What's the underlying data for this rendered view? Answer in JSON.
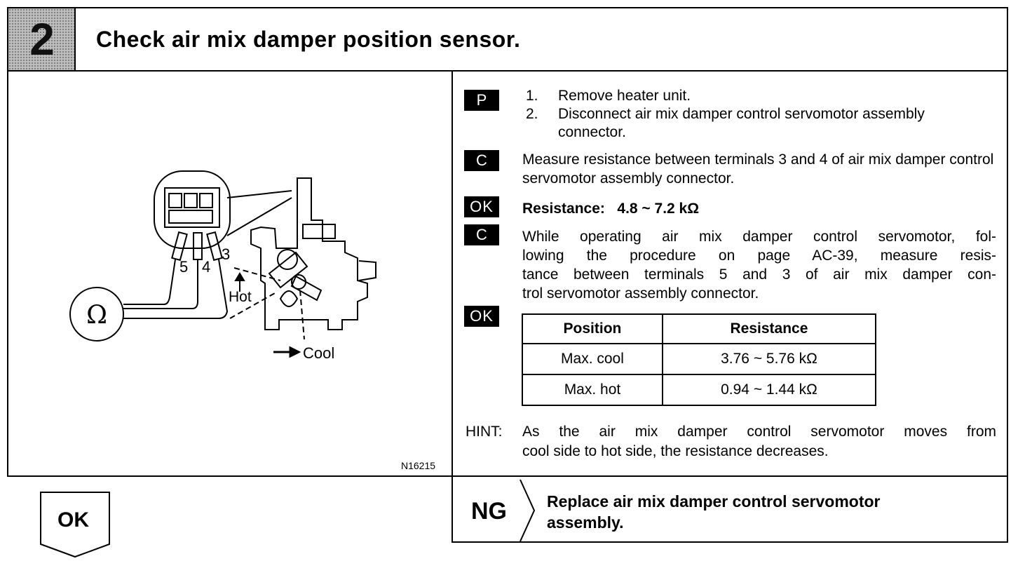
{
  "step": {
    "number": "2",
    "title": "Check air mix damper position sensor."
  },
  "figure": {
    "code": "N16215",
    "terminals": [
      "5",
      "4",
      "3"
    ],
    "ohm_symbol": "Ω",
    "hot_label": "Hot",
    "cool_label": "Cool"
  },
  "steps": {
    "prep_tag": "P",
    "prep_items": [
      {
        "num": "1.",
        "text": "Remove heater unit."
      },
      {
        "num": "2.",
        "text": "Disconnect air mix damper control servomotor assembly connector."
      }
    ],
    "check1_tag": "C",
    "check1_text": "Measure resistance between terminals 3 and 4 of air mix damper control servomotor assembly connector.",
    "ok1_tag": "OK",
    "ok1_label": "Resistance:",
    "ok1_value": "4.8 ~ 7.2 kΩ",
    "check2_tag": "C",
    "check2_lines": [
      "While operating air mix damper control servomotor, fol-",
      "lowing the procedure on page AC-39, measure resis-",
      "tance between terminals 5 and 3 of air mix damper con-",
      "trol servomotor assembly connector."
    ],
    "ok2_tag": "OK"
  },
  "table": {
    "headers": [
      "Position",
      "Resistance"
    ],
    "rows": [
      [
        "Max. cool",
        "3.76 ~ 5.76 kΩ"
      ],
      [
        "Max. hot",
        "0.94 ~ 1.44 kΩ"
      ]
    ]
  },
  "hint": {
    "label": "HINT:",
    "lines": [
      "As the air mix damper control servomotor moves from",
      "cool side to hot side, the resistance decreases."
    ]
  },
  "result": {
    "ok_label": "OK",
    "ng_label": "NG",
    "ng_text_lines": [
      "Replace air mix damper control servomotor",
      "assembly."
    ]
  }
}
